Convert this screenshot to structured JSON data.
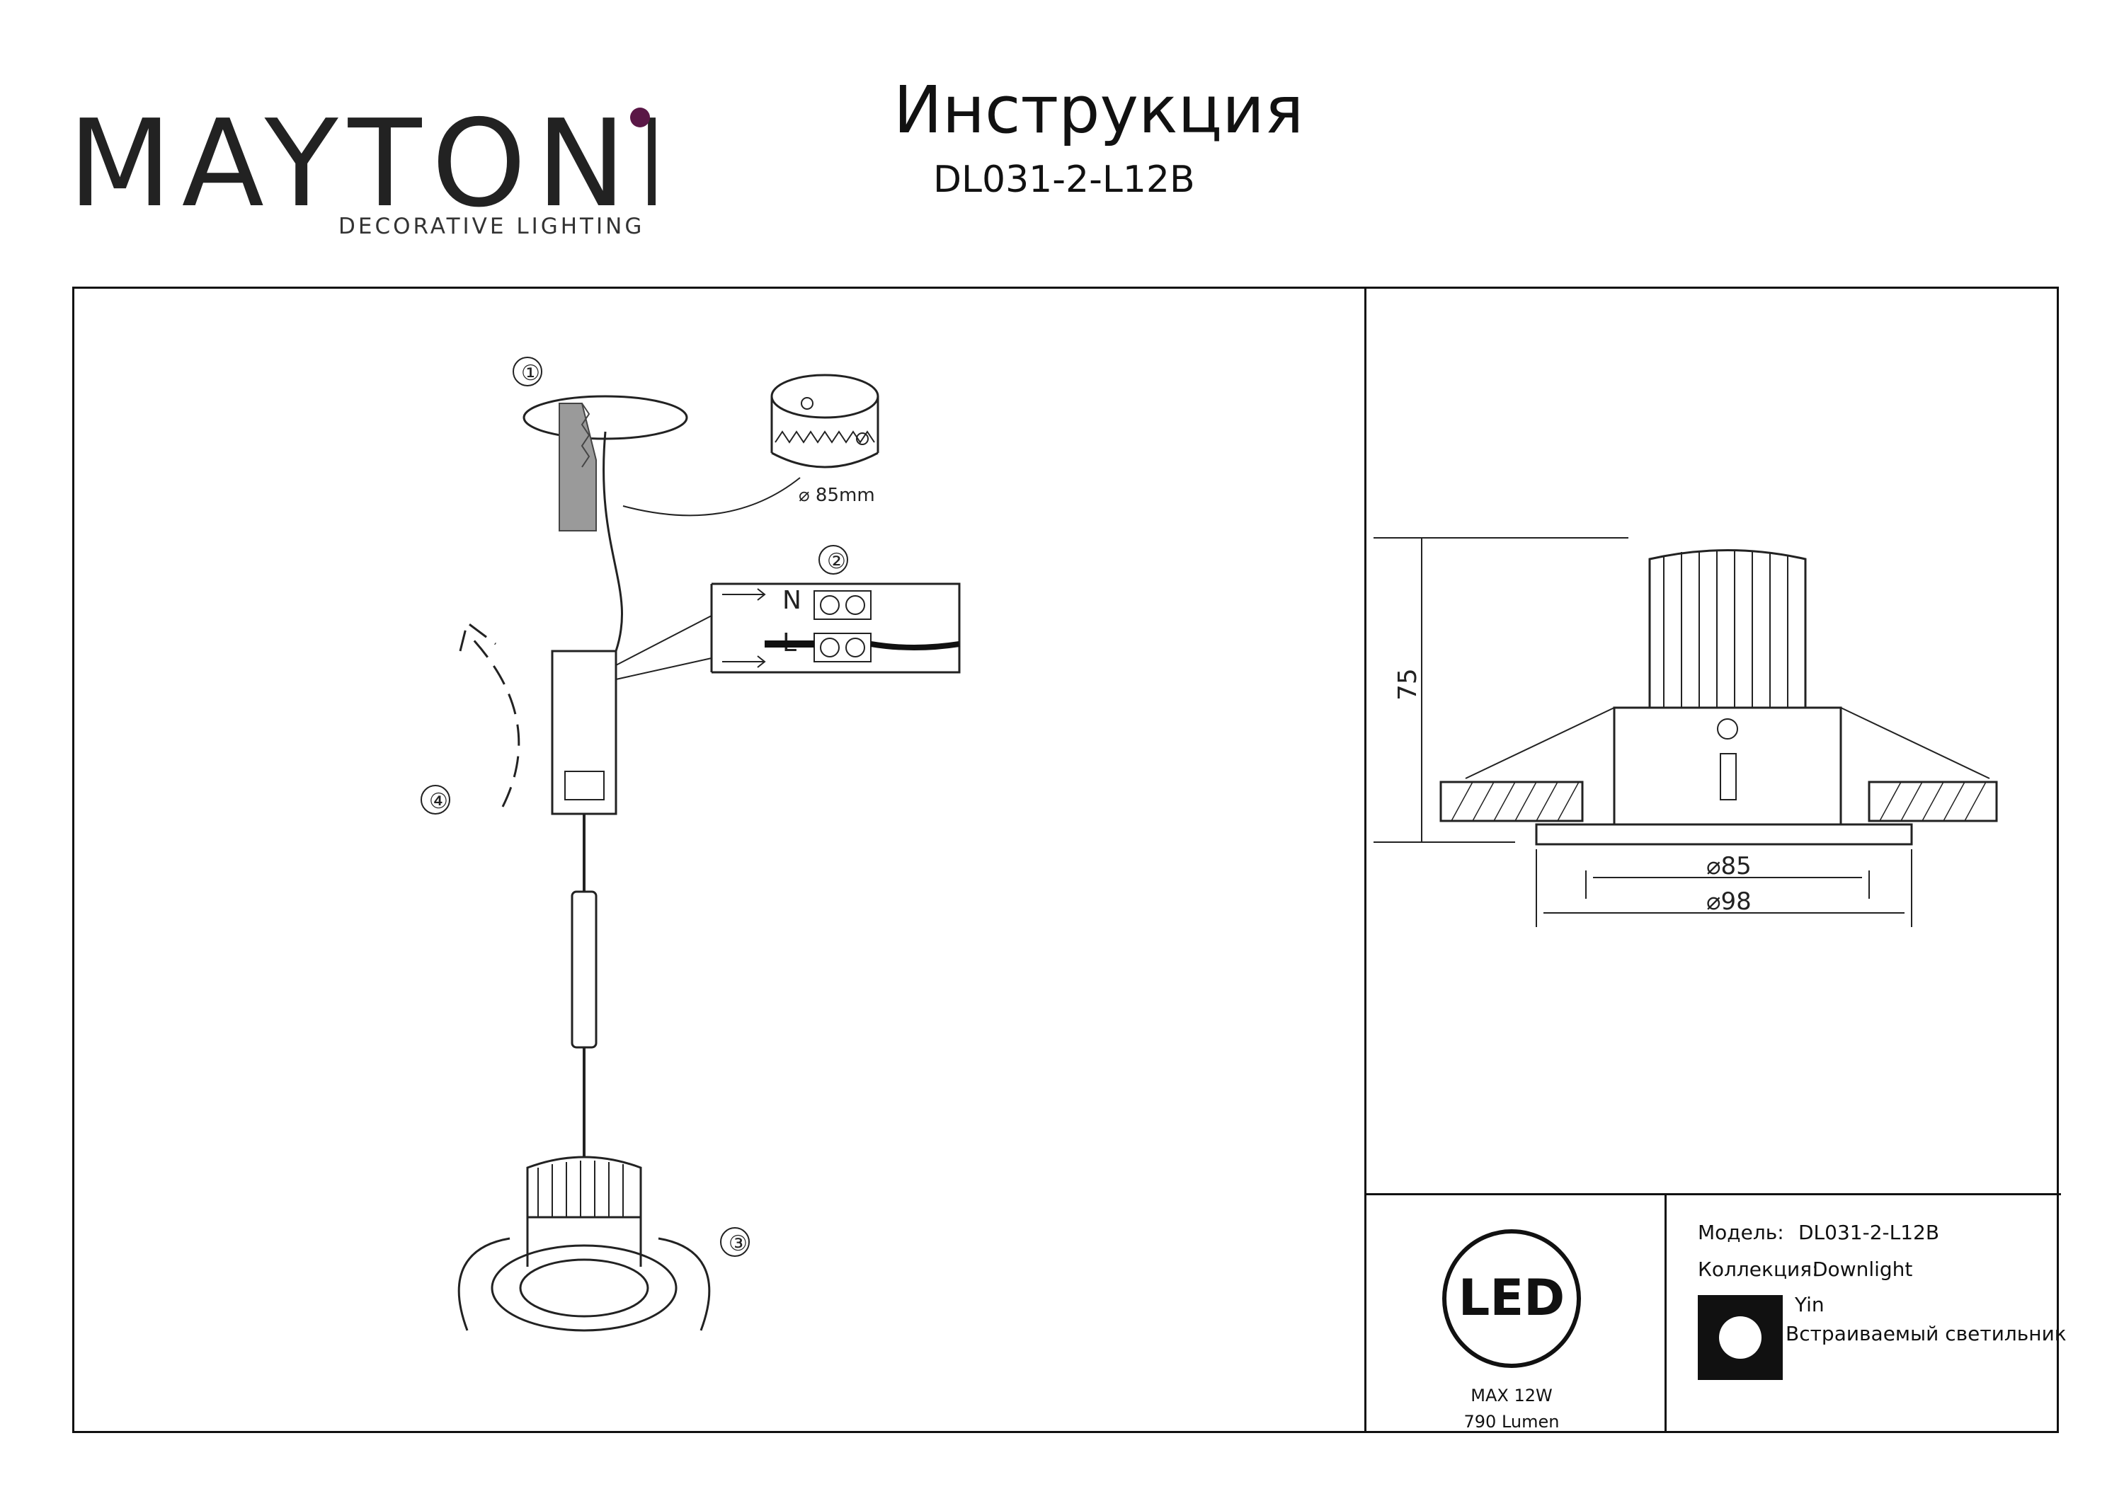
{
  "brand": {
    "name": "MAYTONI",
    "tagline": "DECORATIVE LIGHTING",
    "accent_color": "#5a1746"
  },
  "header": {
    "title": "Инструкция",
    "model": "DL031-2-L12B"
  },
  "install_diagram": {
    "steps": [
      "①",
      "②",
      "③",
      "④"
    ],
    "hole_size": "85mm",
    "terminals": [
      "N",
      "L"
    ]
  },
  "dimension_drawing": {
    "height": "75",
    "inner_diameter": "85",
    "outer_diameter": "98"
  },
  "led_panel": {
    "badge": "LED",
    "power": "MAX 12W",
    "luminous_flux": "790 Lumen"
  },
  "spec_panel": {
    "model_label": "Модель:",
    "model_value": "DL031-2-L12B",
    "collection_label": "Коллекция:",
    "collection_value": "Downlight",
    "series": "Yin",
    "type": "Встраиваемый светильник"
  }
}
